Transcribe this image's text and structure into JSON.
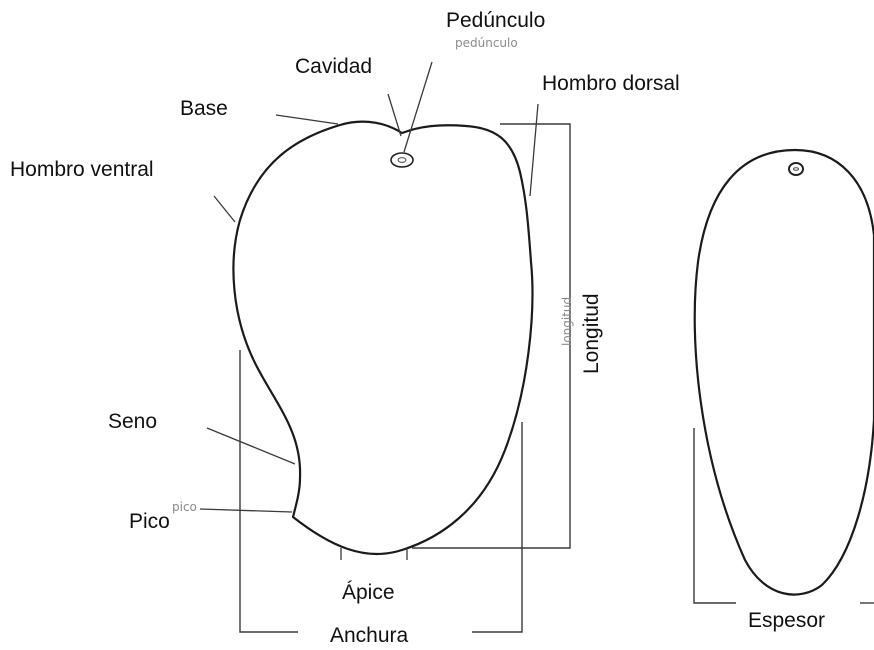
{
  "labels": {
    "peduncle": "Pedúnculo",
    "peduncle_small": "pedúnculo",
    "cavity": "Cavidad",
    "dorsal_shoulder": "Hombro dorsal",
    "base": "Base",
    "ventral_shoulder": "Hombro ventral",
    "length_small": "longitud",
    "length": "Longitud",
    "sinus": "Seno",
    "beak": "Pico",
    "beak_small": "pico",
    "apex": "Ápice",
    "width": "Anchura",
    "thickness": "Espesor"
  }
}
